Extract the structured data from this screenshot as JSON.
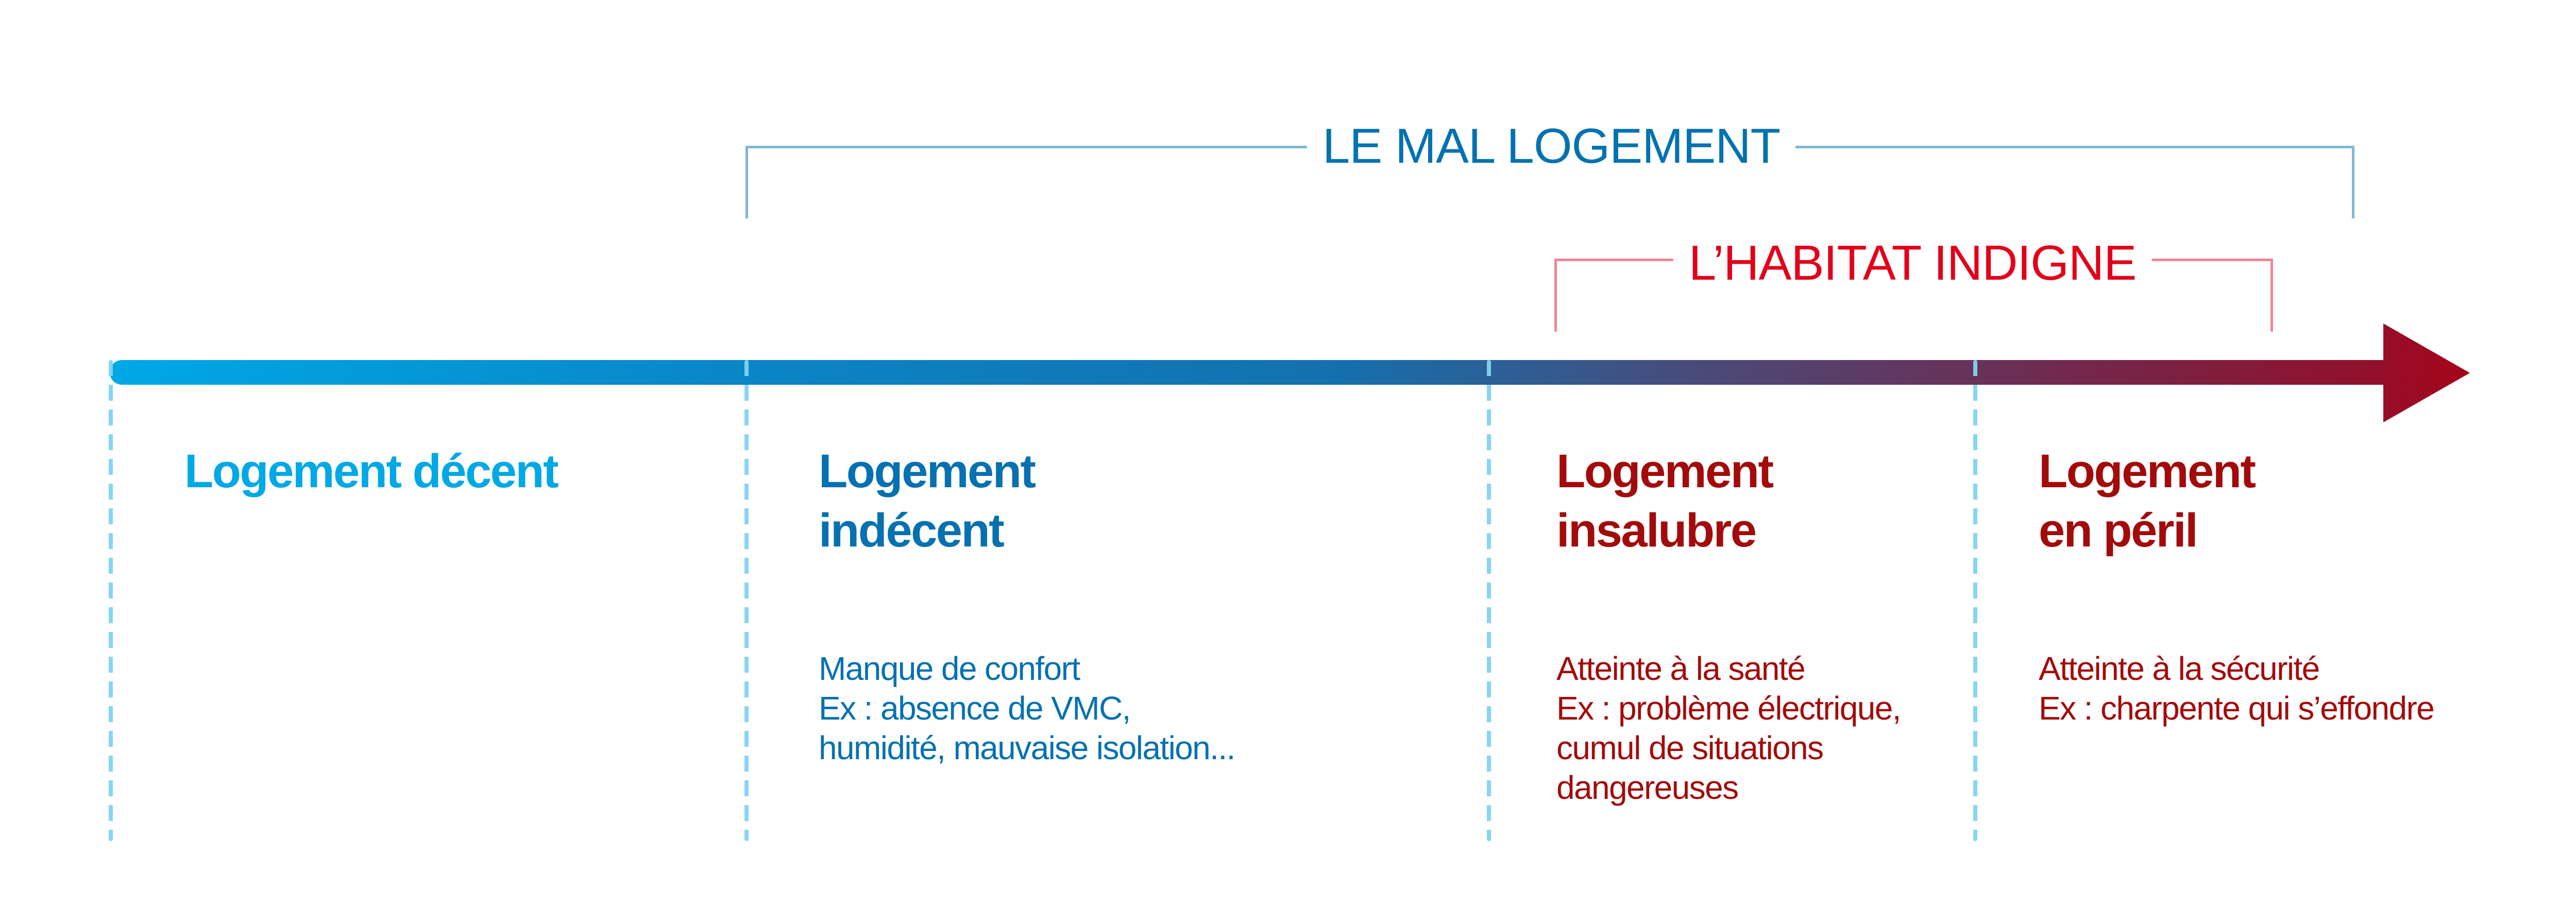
{
  "diagram": {
    "colors": {
      "bar_gradient": [
        "#00a8e6",
        "#0a85c6",
        "#1470ad",
        "#4a4a78",
        "#762548",
        "#a0061f"
      ],
      "mal_logement": "#0472b0",
      "habitat_indigne": "#e2001a",
      "decent": "#00a8e6",
      "indecent": "#0571b0",
      "danger": "#a30b0b",
      "separator": "#80d4f2"
    },
    "brackets": {
      "mal_logement": {
        "label": "LE MAL LOGEMENT"
      },
      "habitat_indigne": {
        "label": "L’HABITAT INDIGNE"
      }
    },
    "columns": [
      {
        "title": "Logement décent",
        "body": []
      },
      {
        "title": "Logement\nindécent",
        "body": [
          "Manque de confort",
          "Ex : absence de VMC,",
          "humidité, mauvaise isolation..."
        ]
      },
      {
        "title": "Logement\ninsalubre",
        "body": [
          "Atteinte à la santé",
          "Ex : problème électrique,",
          "cumul de situations",
          "dangereuses"
        ]
      },
      {
        "title": "Logement\nen péril",
        "body": [
          "Atteinte à la sécurité",
          "Ex : charpente qui s’effondre"
        ]
      }
    ]
  }
}
